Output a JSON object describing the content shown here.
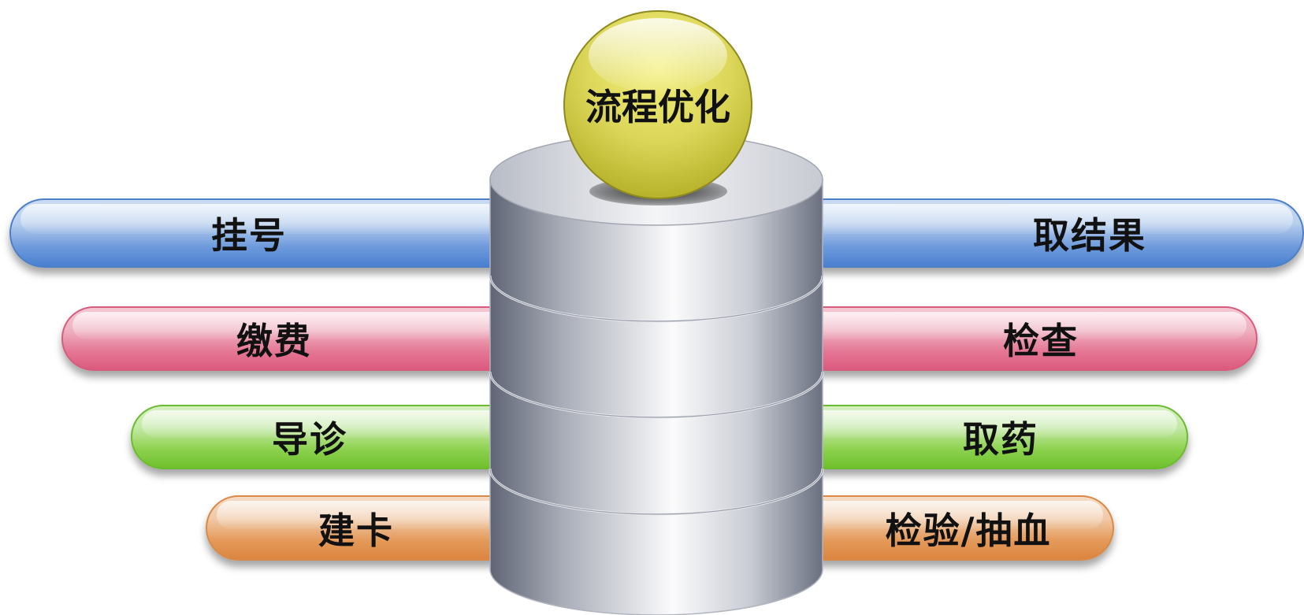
{
  "center": {
    "title": "流程优化"
  },
  "left_steps": [
    {
      "label": "挂号",
      "color": "blue"
    },
    {
      "label": "缴费",
      "color": "pink"
    },
    {
      "label": "导诊",
      "color": "green"
    },
    {
      "label": "建卡",
      "color": "orange"
    }
  ],
  "right_steps": [
    {
      "label": "取结果",
      "color": "blue"
    },
    {
      "label": "检查",
      "color": "pink"
    },
    {
      "label": "取药",
      "color": "green"
    },
    {
      "label": "检验/抽血",
      "color": "orange"
    }
  ],
  "colors": {
    "blue": "#4a80d0",
    "pink": "#dc5a7e",
    "green": "#6fc02c",
    "orange": "#db8540",
    "ball": "#dcd75a",
    "cylinder": "#c8cbd3"
  }
}
